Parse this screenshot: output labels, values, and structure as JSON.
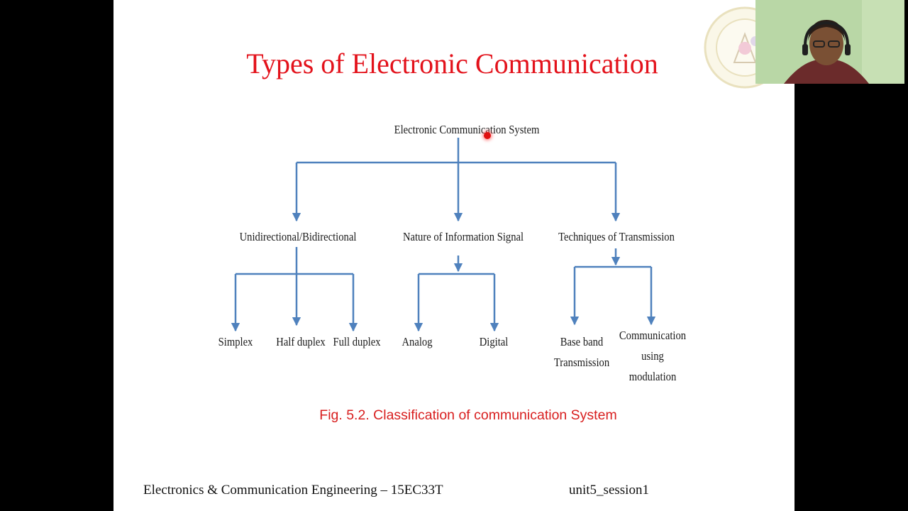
{
  "slide": {
    "title": "Types of Electronic Communication",
    "caption": "Fig. 5.2. Classification of communication System",
    "footer_left": "Electronics & Communication Engineering – 15EC33T",
    "footer_right": "unit5_session1"
  },
  "diagram": {
    "root": "Electronic Communication  System",
    "categories": [
      {
        "label": "Unidirectional/Bidirectional",
        "children": [
          "Simplex",
          "Half duplex",
          "Full duplex"
        ]
      },
      {
        "label": "Nature of Information Signal",
        "children": [
          "Analog",
          "Digital"
        ]
      },
      {
        "label": "Techniques  of Transmission",
        "children": [
          "Base band\nTransmission",
          "Communication\nusing\nmodulation"
        ]
      }
    ],
    "line_color": "#4f81bd"
  },
  "colors": {
    "title": "#e3121b",
    "caption": "#d81e1e",
    "background": "#ffffff",
    "letterbox": "#000000"
  },
  "overlays": {
    "logo_icon": "college-emblem-icon",
    "webcam_icon": "presenter-webcam-icon"
  }
}
